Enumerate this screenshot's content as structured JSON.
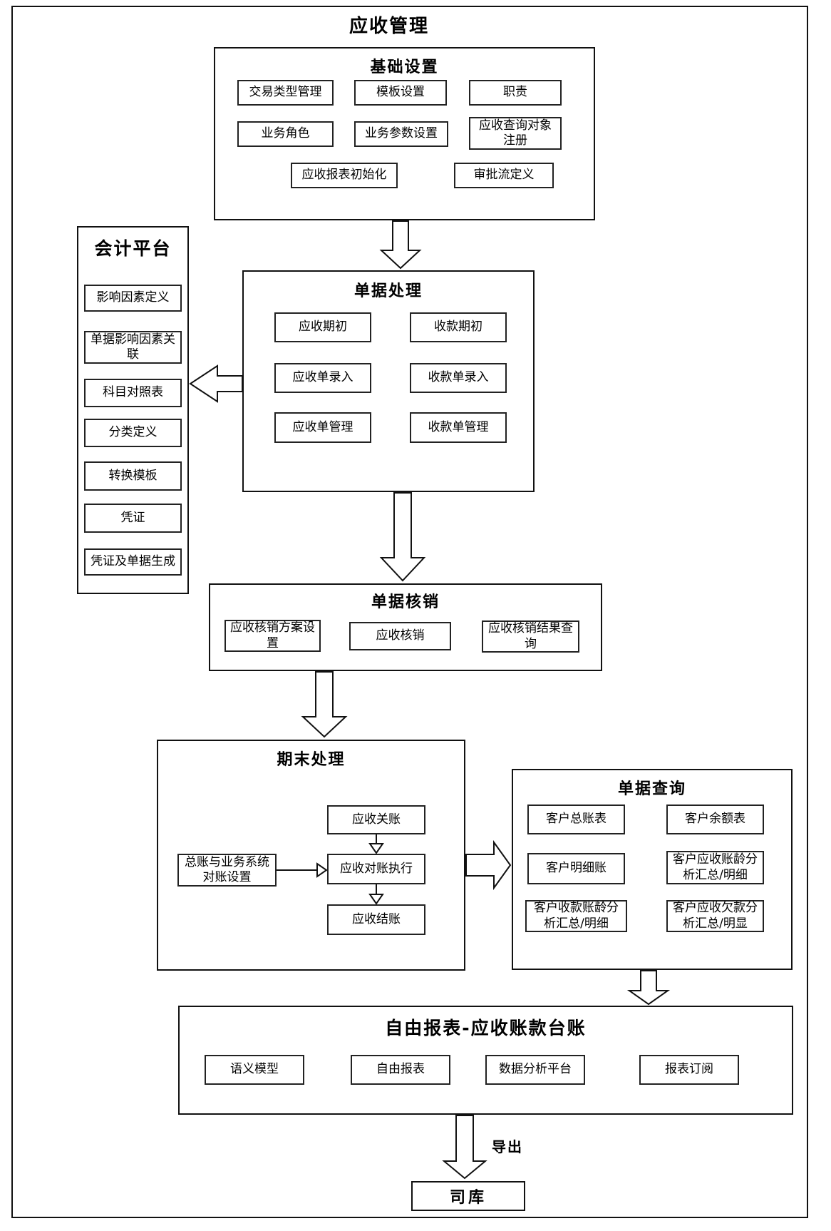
{
  "page": {
    "title": "应收管理"
  },
  "colors": {
    "line": "#000000",
    "background": "#ffffff"
  },
  "basic_settings": {
    "title": "基础设置",
    "items": [
      "交易类型管理",
      "模板设置",
      "职责",
      "业务角色",
      "业务参数设置",
      "应收查询对象注册",
      "应收报表初始化",
      "审批流定义"
    ]
  },
  "accounting_platform": {
    "title": "会计平台",
    "items": [
      "影响因素定义",
      "单据影响因素关联",
      "科目对照表",
      "分类定义",
      "转换模板",
      "凭证",
      "凭证及单据生成"
    ]
  },
  "document_processing": {
    "title": "单据处理",
    "items": [
      "应收期初",
      "收款期初",
      "应收单录入",
      "收款单录入",
      "应收单管理",
      "收款单管理"
    ]
  },
  "document_writeoff": {
    "title": "单据核销",
    "items": [
      "应收核销方案设置",
      "应收核销",
      "应收核销结果查询"
    ]
  },
  "period_end": {
    "title": "期末处理",
    "items": [
      "应收关账",
      "总账与业务系统对账设置",
      "应收对账执行",
      "应收结账"
    ]
  },
  "document_query": {
    "title": "单据查询",
    "items": [
      "客户总账表",
      "客户余额表",
      "客户明细账",
      "客户应收账龄分析汇总/明细",
      "客户收款账龄分析汇总/明细",
      "客户应收欠款分析汇总/明显"
    ]
  },
  "free_report": {
    "title": "自由报表-应收账款台账",
    "items": [
      "语义模型",
      "自由报表",
      "数据分析平台",
      "报表订阅"
    ]
  },
  "export_flow": {
    "label": "导出"
  },
  "treasury": {
    "label": "司库"
  }
}
